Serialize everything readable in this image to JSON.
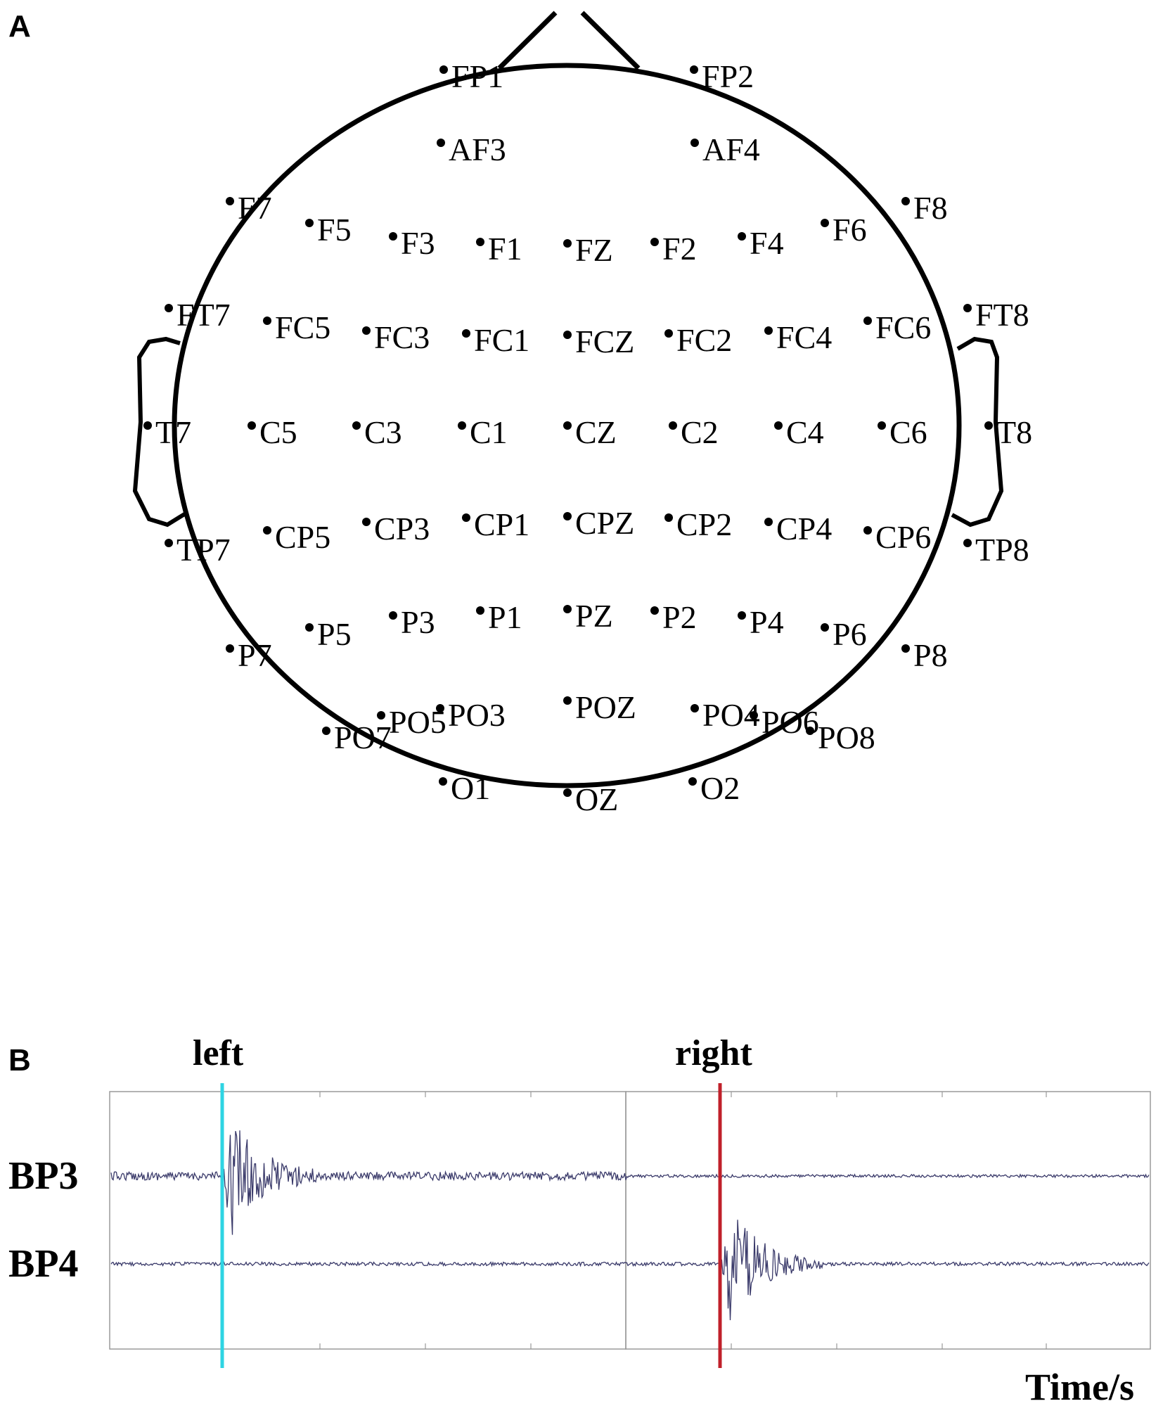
{
  "panel_a": {
    "letter": "A",
    "electrodes": [
      {
        "id": "FP1"
      },
      {
        "id": "FP2"
      },
      {
        "id": "AF3"
      },
      {
        "id": "AF4"
      },
      {
        "id": "F7"
      },
      {
        "id": "F5"
      },
      {
        "id": "F3"
      },
      {
        "id": "F1"
      },
      {
        "id": "FZ"
      },
      {
        "id": "F2"
      },
      {
        "id": "F4"
      },
      {
        "id": "F6"
      },
      {
        "id": "F8"
      },
      {
        "id": "FT7"
      },
      {
        "id": "FC5"
      },
      {
        "id": "FC3"
      },
      {
        "id": "FC1"
      },
      {
        "id": "FCZ"
      },
      {
        "id": "FC2"
      },
      {
        "id": "FC4"
      },
      {
        "id": "FC6"
      },
      {
        "id": "FT8"
      },
      {
        "id": "T7"
      },
      {
        "id": "C5"
      },
      {
        "id": "C3"
      },
      {
        "id": "C1"
      },
      {
        "id": "CZ"
      },
      {
        "id": "C2"
      },
      {
        "id": "C4"
      },
      {
        "id": "C6"
      },
      {
        "id": "T8"
      },
      {
        "id": "TP7"
      },
      {
        "id": "CP5"
      },
      {
        "id": "CP3"
      },
      {
        "id": "CP1"
      },
      {
        "id": "CPZ"
      },
      {
        "id": "CP2"
      },
      {
        "id": "CP4"
      },
      {
        "id": "CP6"
      },
      {
        "id": "TP8"
      },
      {
        "id": "P7"
      },
      {
        "id": "P5"
      },
      {
        "id": "P3"
      },
      {
        "id": "P1"
      },
      {
        "id": "PZ"
      },
      {
        "id": "P2"
      },
      {
        "id": "P4"
      },
      {
        "id": "P6"
      },
      {
        "id": "P8"
      },
      {
        "id": "PO7"
      },
      {
        "id": "PO5"
      },
      {
        "id": "PO3"
      },
      {
        "id": "POZ"
      },
      {
        "id": "PO4"
      },
      {
        "id": "PO6"
      },
      {
        "id": "PO8"
      },
      {
        "id": "O1"
      },
      {
        "id": "OZ"
      },
      {
        "id": "O2"
      }
    ]
  },
  "panel_b": {
    "letter": "B",
    "markers": [
      {
        "label": "left",
        "color": "#2ed4e3"
      },
      {
        "label": "right",
        "color": "#c0202a"
      }
    ],
    "traces": [
      {
        "label": "BP3"
      },
      {
        "label": "BP4"
      }
    ],
    "x_axis_label": "Time/s",
    "trace_color": "#3a3a6a"
  }
}
